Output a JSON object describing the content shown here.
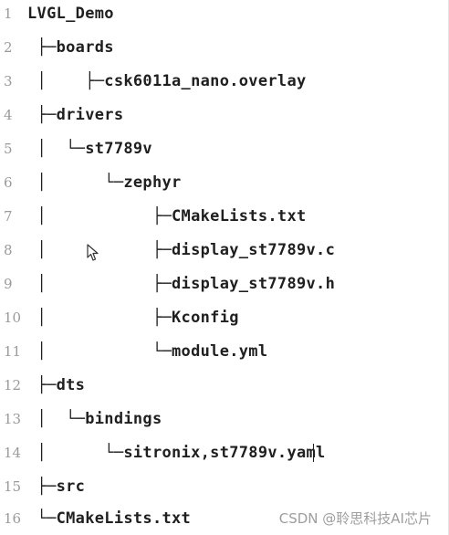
{
  "editor": {
    "lines": [
      {
        "number": "1",
        "text": "LVGL_Demo"
      },
      {
        "number": "2",
        "text": " ├─boards"
      },
      {
        "number": "3",
        "text": " │    ├─csk6011a_nano.overlay"
      },
      {
        "number": "4",
        "text": " ├─drivers"
      },
      {
        "number": "5",
        "text": " │  └─st7789v"
      },
      {
        "number": "6",
        "text": " │      └─zephyr"
      },
      {
        "number": "7",
        "text": " │           ├─CMakeLists.txt"
      },
      {
        "number": "8",
        "text": " │           ├─display_st7789v.c"
      },
      {
        "number": "9",
        "text": " │           ├─display_st7789v.h"
      },
      {
        "number": "10",
        "text": " │           ├─Kconfig"
      },
      {
        "number": "11",
        "text": " │           └─module.yml"
      },
      {
        "number": "12",
        "text": " ├─dts"
      },
      {
        "number": "13",
        "text": " │  └─bindings"
      },
      {
        "number": "14",
        "text": " │      └─sitronix,st7789v.yaml"
      },
      {
        "number": "15",
        "text": " ├─src"
      },
      {
        "number": "16",
        "text": " └─CMakeLists.txt"
      }
    ]
  },
  "watermark": {
    "text": "CSDN @聆思科技AI芯片"
  },
  "icons": {
    "cursor": "mouse-pointer-icon"
  }
}
